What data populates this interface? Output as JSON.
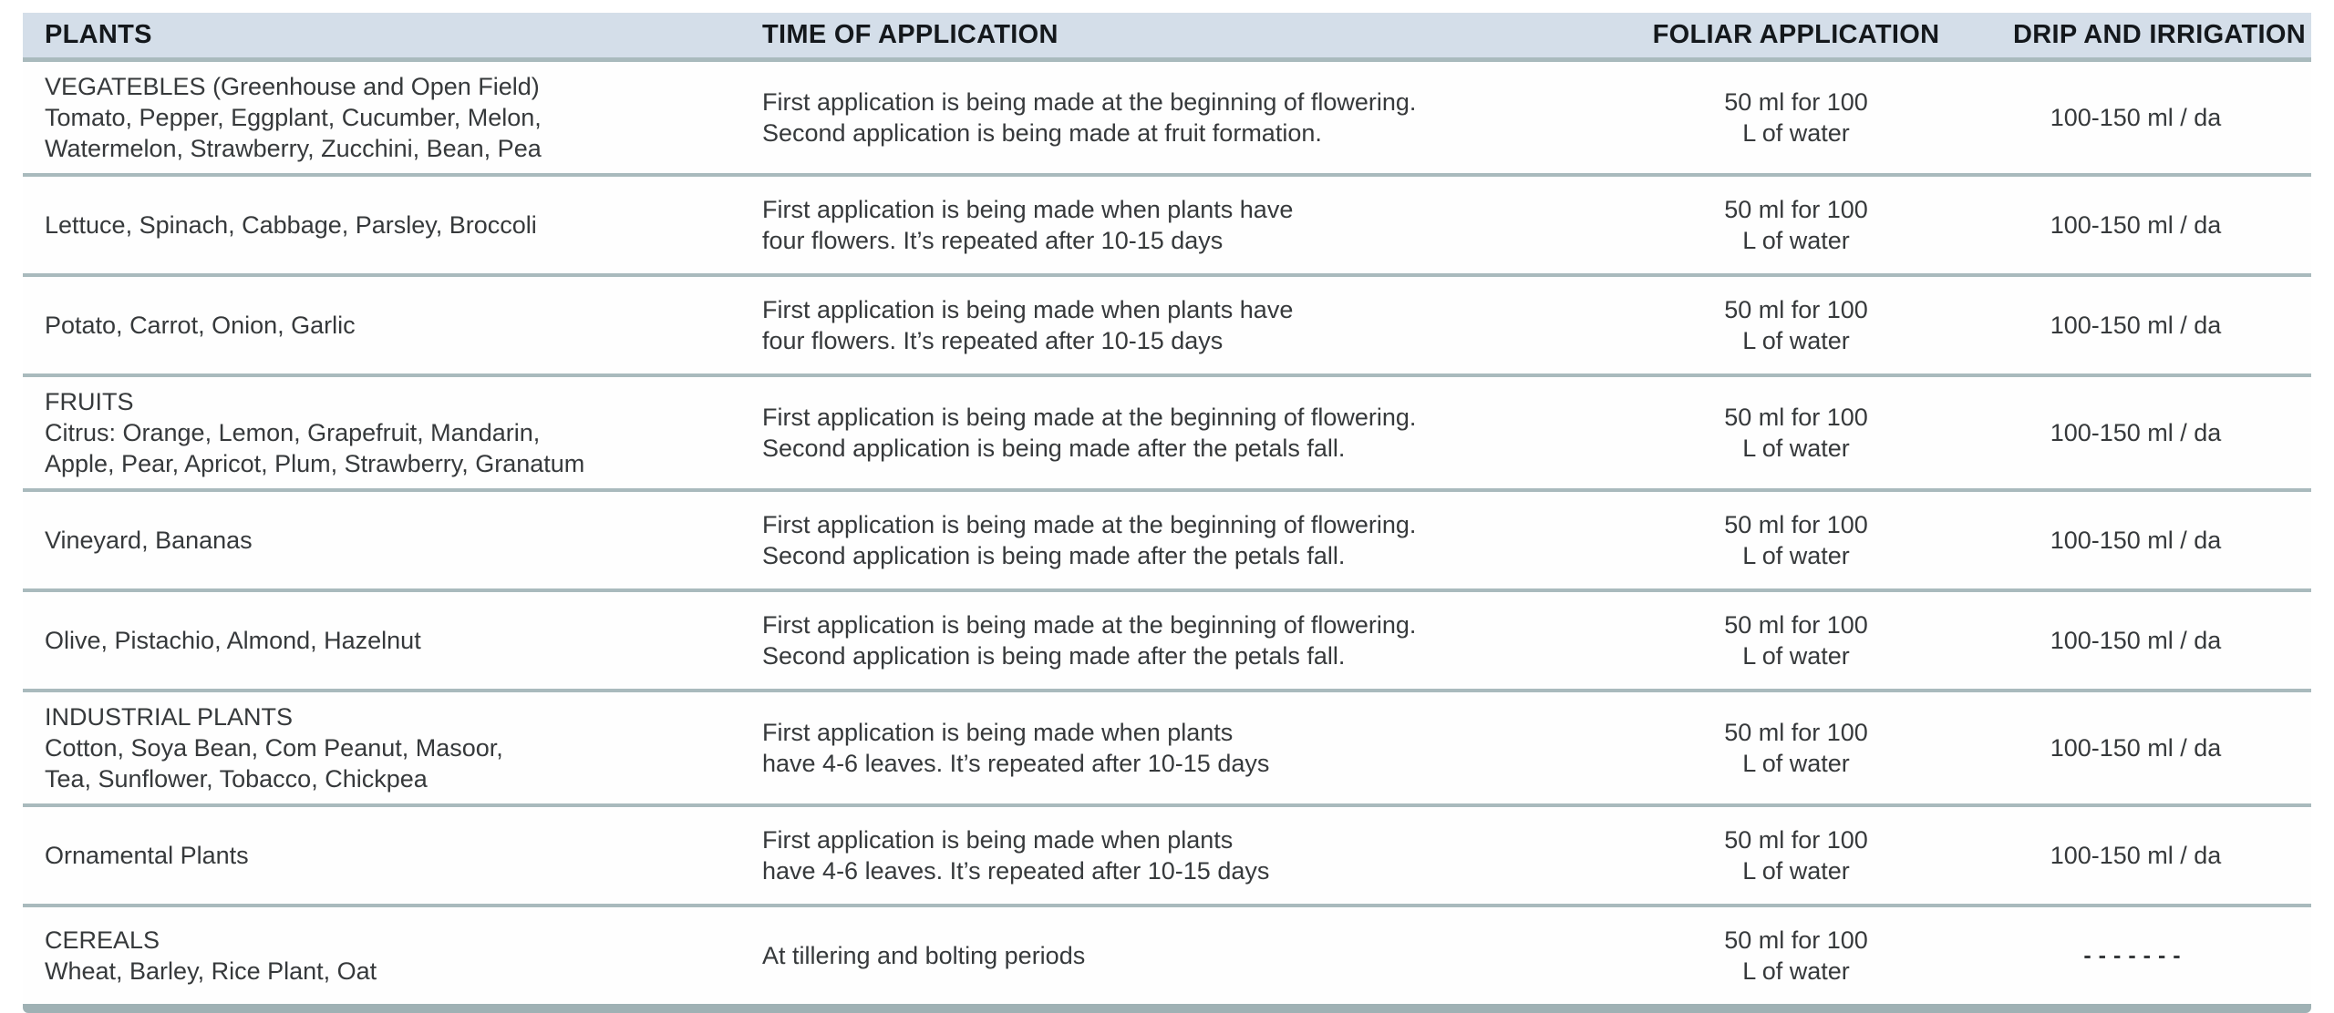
{
  "colors": {
    "header_bg": "#d4dee9",
    "separator": "#a9babd",
    "bottom_border": "#9fb1b4",
    "header_text": "#14181c",
    "body_text": "#36393b"
  },
  "table": {
    "columns": [
      {
        "key": "plants",
        "label": "PLANTS"
      },
      {
        "key": "time",
        "label": "TIME OF APPLICATION"
      },
      {
        "key": "foliar",
        "label": "FOLIAR APPLICATION"
      },
      {
        "key": "drip",
        "label": "DRIP AND IRRIGATION"
      }
    ],
    "rows": [
      {
        "plants": [
          "VEGATEBLES (Greenhouse and Open Field)",
          "Tomato, Pepper, Eggplant, Cucumber, Melon,",
          "Watermelon, Strawberry, Zucchini, Bean, Pea"
        ],
        "time": [
          "First application is being made at the beginning of flowering.",
          "Second application is being made at fruit formation."
        ],
        "foliar": [
          "50 ml for 100",
          "L of water"
        ],
        "drip": "100-150 ml / da"
      },
      {
        "plants": [
          "Lettuce, Spinach, Cabbage, Parsley, Broccoli"
        ],
        "time": [
          "First application is being made when plants have",
          "four flowers. It’s repeated after 10-15 days"
        ],
        "foliar": [
          "50 ml for 100",
          "L of water"
        ],
        "drip": "100-150 ml / da"
      },
      {
        "plants": [
          "Potato, Carrot, Onion, Garlic"
        ],
        "time": [
          "First application is being made when plants have",
          "four flowers. It’s repeated after 10-15 days"
        ],
        "foliar": [
          "50 ml for 100",
          "L of water"
        ],
        "drip": "100-150 ml / da"
      },
      {
        "plants": [
          "FRUITS",
          "Citrus: Orange, Lemon, Grapefruit, Mandarin,",
          "Apple, Pear, Apricot, Plum, Strawberry, Granatum"
        ],
        "time": [
          "First application is being made at the beginning of flowering.",
          "Second application is being made after the petals fall."
        ],
        "foliar": [
          "50 ml for 100",
          "L of water"
        ],
        "drip": "100-150 ml / da"
      },
      {
        "plants": [
          "Vineyard, Bananas"
        ],
        "time": [
          "First application is being made at the beginning of flowering.",
          "Second application is being made after the petals fall."
        ],
        "foliar": [
          "50 ml for 100",
          "L of water"
        ],
        "drip": "100-150 ml / da"
      },
      {
        "plants": [
          "Olive, Pistachio, Almond, Hazelnut"
        ],
        "time": [
          "First application is being made at the beginning of flowering.",
          "Second application is being made after the petals fall."
        ],
        "foliar": [
          "50 ml for 100",
          "L of water"
        ],
        "drip": "100-150 ml / da"
      },
      {
        "plants": [
          "INDUSTRIAL PLANTS",
          "Cotton, Soya Bean, Com Peanut, Masoor,",
          "Tea, Sunflower, Tobacco, Chickpea"
        ],
        "time": [
          "First application is being made when plants",
          "have 4-6 leaves. It’s repeated after 10-15 days"
        ],
        "foliar": [
          "50 ml for 100",
          "L of water"
        ],
        "drip": "100-150 ml / da"
      },
      {
        "plants": [
          "Ornamental Plants"
        ],
        "time": [
          "First application is being made when plants",
          "have 4-6 leaves. It’s repeated after 10-15 days"
        ],
        "foliar": [
          "50 ml for 100",
          "L of water"
        ],
        "drip": "100-150 ml / da"
      },
      {
        "plants": [
          "CEREALS",
          "Wheat, Barley, Rice Plant, Oat"
        ],
        "time": [
          "At tillering and bolting periods"
        ],
        "foliar": [
          "50 ml for 100",
          "L of water"
        ],
        "drip": "-------"
      }
    ]
  }
}
